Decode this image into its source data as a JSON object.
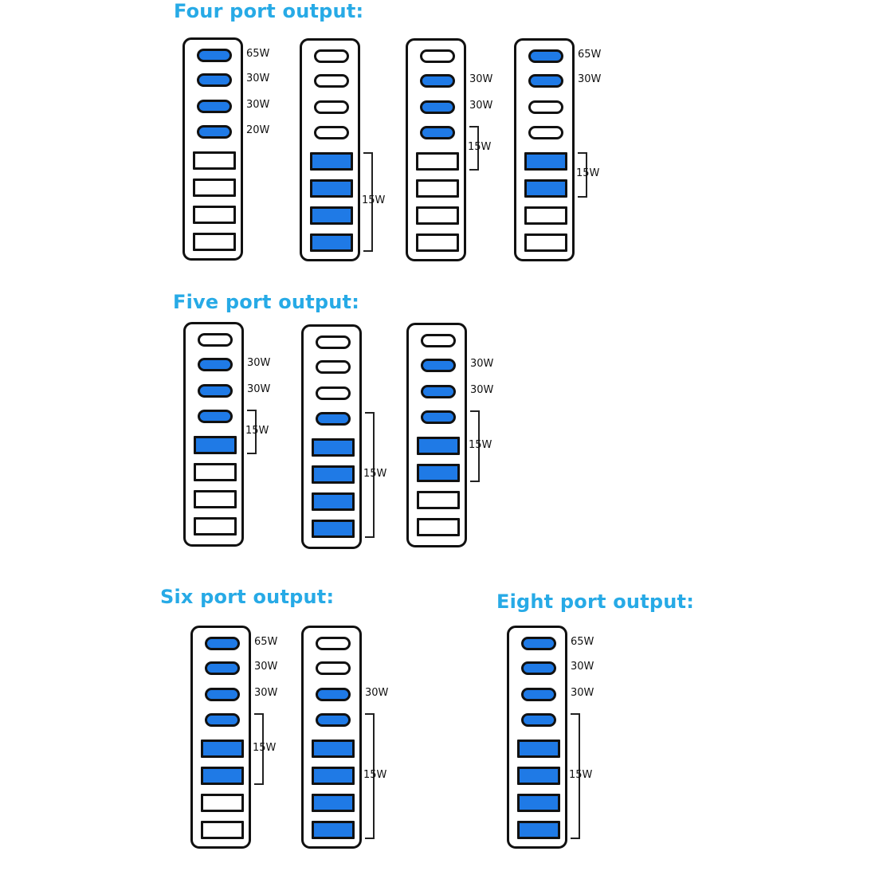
{
  "colors": {
    "title": "#27aae6",
    "active_port": "#1f7ae6",
    "outline": "#111111",
    "background": "#ffffff"
  },
  "sections": [
    {
      "id": "four",
      "title": "Four port output:",
      "hubs": [
        {
          "ports": [
            "on",
            "on",
            "on",
            "on",
            "off",
            "off",
            "off",
            "off"
          ],
          "labels": [
            {
              "text": "65W",
              "port": 0
            },
            {
              "text": "30W",
              "port": 1
            },
            {
              "text": "30W",
              "port": 2
            },
            {
              "text": "20W",
              "port": 3
            }
          ]
        },
        {
          "ports": [
            "off",
            "off",
            "off",
            "off",
            "on",
            "on",
            "on",
            "on"
          ],
          "labels": [
            {
              "text": "15W",
              "span": [
                4,
                7
              ]
            }
          ]
        },
        {
          "ports": [
            "off",
            "on",
            "on",
            "on",
            "off",
            "off",
            "off",
            "off"
          ],
          "labels": [
            {
              "text": "30W",
              "port": 1
            },
            {
              "text": "30W",
              "port": 2
            },
            {
              "text": "15W",
              "span": [
                3,
                4
              ]
            }
          ]
        },
        {
          "ports": [
            "on",
            "on",
            "off",
            "off",
            "on",
            "on",
            "off",
            "off"
          ],
          "labels": [
            {
              "text": "65W",
              "port": 0
            },
            {
              "text": "30W",
              "port": 1
            },
            {
              "text": "15W",
              "span": [
                4,
                5
              ]
            }
          ]
        }
      ]
    },
    {
      "id": "five",
      "title": "Five port output:",
      "hubs": [
        {
          "ports": [
            "off",
            "on",
            "on",
            "on",
            "on",
            "off",
            "off",
            "off"
          ],
          "labels": [
            {
              "text": "30W",
              "port": 1
            },
            {
              "text": "30W",
              "port": 2
            },
            {
              "text": "15W",
              "span": [
                3,
                4
              ]
            }
          ]
        },
        {
          "ports": [
            "off",
            "off",
            "off",
            "on",
            "on",
            "on",
            "on",
            "on"
          ],
          "labels": [
            {
              "text": "15W",
              "span": [
                3,
                7
              ]
            }
          ]
        },
        {
          "ports": [
            "off",
            "on",
            "on",
            "on",
            "on",
            "on",
            "off",
            "off"
          ],
          "labels": [
            {
              "text": "30W",
              "port": 1
            },
            {
              "text": "30W",
              "port": 2
            },
            {
              "text": "15W",
              "span": [
                3,
                5
              ]
            }
          ]
        }
      ]
    },
    {
      "id": "six",
      "title": "Six port output:",
      "hubs": [
        {
          "ports": [
            "on",
            "on",
            "on",
            "on",
            "on",
            "on",
            "off",
            "off"
          ],
          "labels": [
            {
              "text": "65W",
              "port": 0
            },
            {
              "text": "30W",
              "port": 1
            },
            {
              "text": "30W",
              "port": 2
            },
            {
              "text": "15W",
              "span": [
                3,
                5
              ]
            }
          ]
        },
        {
          "ports": [
            "off",
            "off",
            "on",
            "on",
            "on",
            "on",
            "on",
            "on"
          ],
          "labels": [
            {
              "text": "30W",
              "port": 2
            },
            {
              "text": "15W",
              "span": [
                3,
                7
              ]
            }
          ]
        }
      ]
    },
    {
      "id": "eight",
      "title": "Eight port output:",
      "hubs": [
        {
          "ports": [
            "on",
            "on",
            "on",
            "on",
            "on",
            "on",
            "on",
            "on"
          ],
          "labels": [
            {
              "text": "65W",
              "port": 0
            },
            {
              "text": "30W",
              "port": 1
            },
            {
              "text": "30W",
              "port": 2
            },
            {
              "text": "15W",
              "span": [
                3,
                7
              ]
            }
          ]
        }
      ]
    }
  ]
}
